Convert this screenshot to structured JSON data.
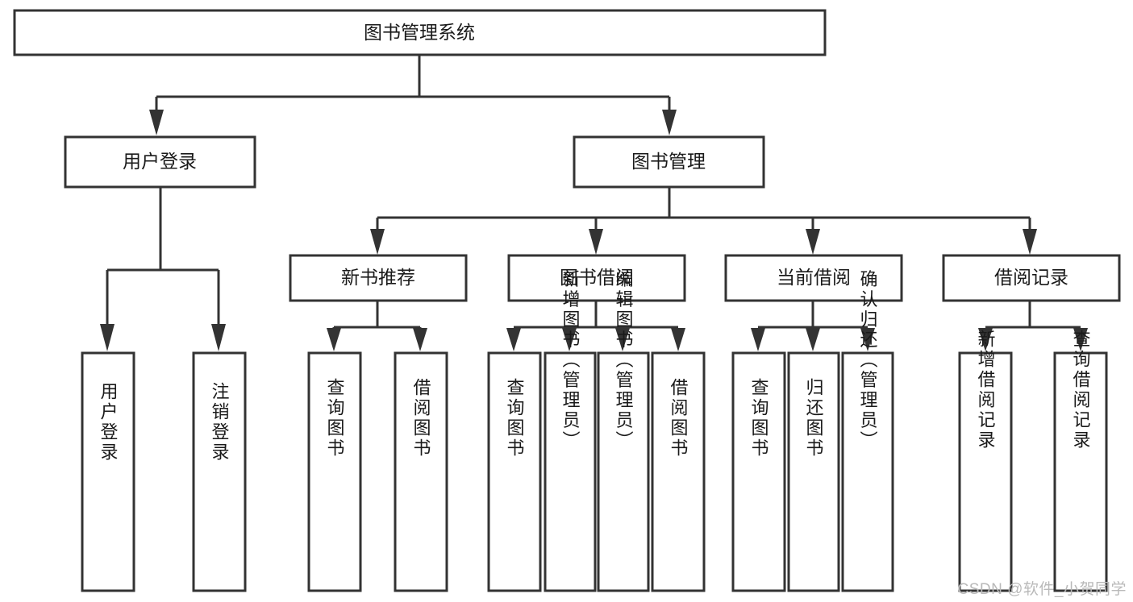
{
  "diagram": {
    "title": "图书管理系统",
    "type": "tree-hierarchy",
    "root": {
      "id": "root",
      "label": "图书管理系统"
    },
    "level2": [
      {
        "id": "user-login",
        "label": "用户登录"
      },
      {
        "id": "book-management",
        "label": "图书管理"
      }
    ],
    "level3": [
      {
        "id": "new-book-recommend",
        "label": "新书推荐",
        "parent": "book-management"
      },
      {
        "id": "book-borrow",
        "label": "图书借阅",
        "parent": "book-management"
      },
      {
        "id": "current-borrow",
        "label": "当前借阅",
        "parent": "book-management"
      },
      {
        "id": "borrow-record",
        "label": "借阅记录",
        "parent": "book-management"
      }
    ],
    "leaves": [
      {
        "id": "leaf-user-login",
        "label": "用户登录",
        "parent": "user-login"
      },
      {
        "id": "leaf-user-logout",
        "label": "注销登录",
        "parent": "user-login"
      },
      {
        "id": "leaf-query-book-1",
        "label": "查询图书",
        "parent": "new-book-recommend"
      },
      {
        "id": "leaf-borrow-book-1",
        "label": "借阅图书",
        "parent": "new-book-recommend"
      },
      {
        "id": "leaf-query-book-2",
        "label": "查询图书",
        "parent": "book-borrow"
      },
      {
        "id": "leaf-add-book",
        "label": "新增图书（管理员）",
        "parent": "book-borrow"
      },
      {
        "id": "leaf-edit-book",
        "label": "编辑图书（管理员）",
        "parent": "book-borrow"
      },
      {
        "id": "leaf-borrow-book-2",
        "label": "借阅图书",
        "parent": "book-borrow"
      },
      {
        "id": "leaf-query-book-3",
        "label": "查询图书",
        "parent": "current-borrow"
      },
      {
        "id": "leaf-return-book",
        "label": "归还图书",
        "parent": "current-borrow"
      },
      {
        "id": "leaf-confirm-return",
        "label": "确认归还（管理员）",
        "parent": "current-borrow"
      },
      {
        "id": "leaf-add-record",
        "label": "新增借阅记录",
        "parent": "borrow-record"
      },
      {
        "id": "leaf-query-record",
        "label": "查询借阅记录",
        "parent": "borrow-record"
      }
    ]
  },
  "watermark": {
    "text": "CSDN @软件_小贺同学"
  },
  "colors": {
    "stroke": "#333333",
    "fill": "#ffffff",
    "text": "#1a1a1a",
    "watermark": "#b9b9b9"
  }
}
